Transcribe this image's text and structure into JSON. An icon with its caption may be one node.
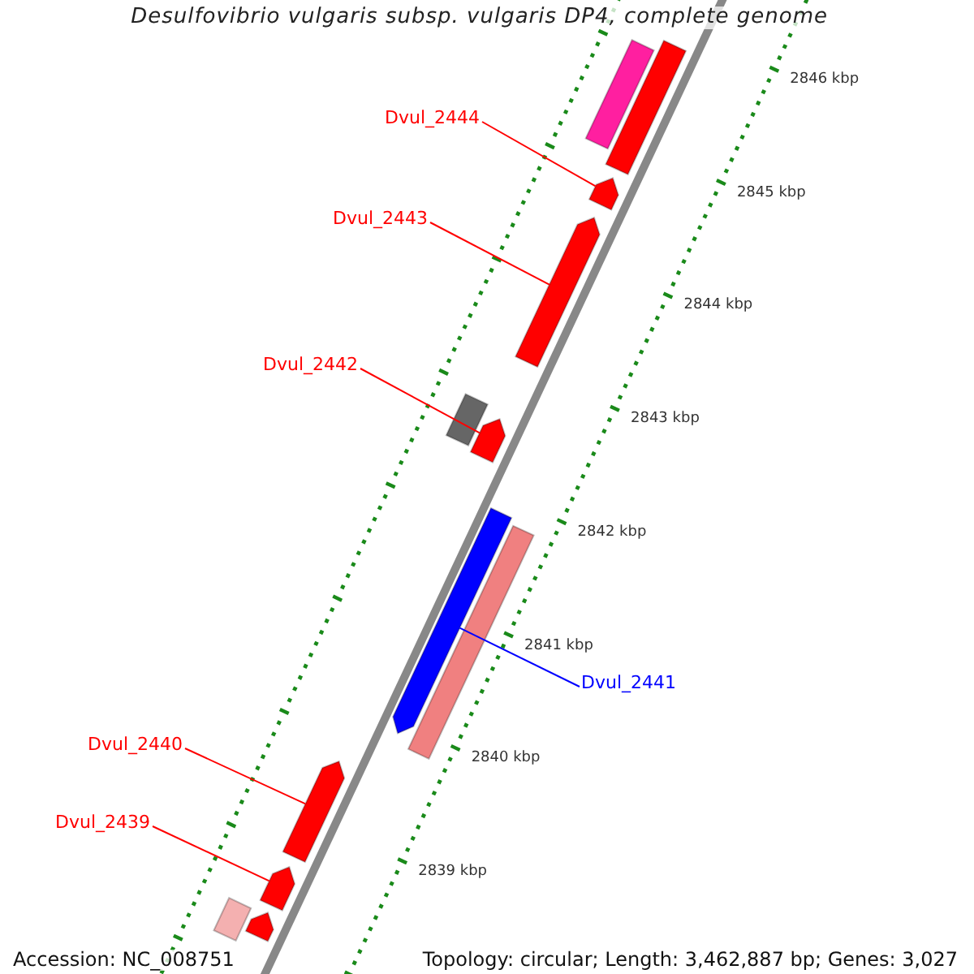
{
  "diagram": {
    "title": "Desulfovibrio vulgaris subsp. vulgaris DP4, complete genome",
    "nodes": [
      {
        "text": [
          "Dvul_2444"
        ]
      },
      {
        "text": [
          "Dvul_2443"
        ]
      },
      {
        "text": [
          "Dvul_2442"
        ]
      },
      {
        "text": [
          "Dvul_2441"
        ]
      },
      {
        "text": [
          "Dvul_2440"
        ]
      },
      {
        "text": [
          "Dvul_2439"
        ]
      },
      {
        "text": [],
        "shape": "bar"
      },
      {
        "text": [],
        "shape": "bar"
      },
      {
        "text": [],
        "shape": "arrow"
      },
      {
        "text": [],
        "shape": "arrow"
      },
      {
        "text": [],
        "shape": "bar"
      },
      {
        "text": [],
        "shape": "arrow"
      },
      {
        "text": [],
        "shape": "arrow"
      },
      {
        "text": [],
        "shape": "bar"
      },
      {
        "text": [],
        "shape": "arrow"
      },
      {
        "text": [],
        "shape": "arrow"
      },
      {
        "text": [],
        "shape": "bar"
      },
      {
        "text": [],
        "shape": "arrow"
      }
    ],
    "edges": [
      {
        "from": 0,
        "to": 8,
        "arrow": "none"
      },
      {
        "from": 1,
        "to": 9,
        "arrow": "none"
      },
      {
        "from": 2,
        "to": 11,
        "arrow": "none"
      },
      {
        "from": 3,
        "to": 12,
        "arrow": "none",
        "color": "#0000ff"
      },
      {
        "from": 4,
        "to": 14,
        "arrow": "none"
      },
      {
        "from": 5,
        "to": 15,
        "arrow": "none"
      }
    ],
    "labels": [
      "2846 kbp",
      "2845 kbp",
      "2844 kbp",
      "2843 kbp",
      "2842 kbp",
      "2841 kbp",
      "2840 kbp",
      "2839 kbp",
      "Accession: NC_008751",
      "Topology: circular; Length: 3,462,887 bp; Genes: 3,027"
    ]
  }
}
